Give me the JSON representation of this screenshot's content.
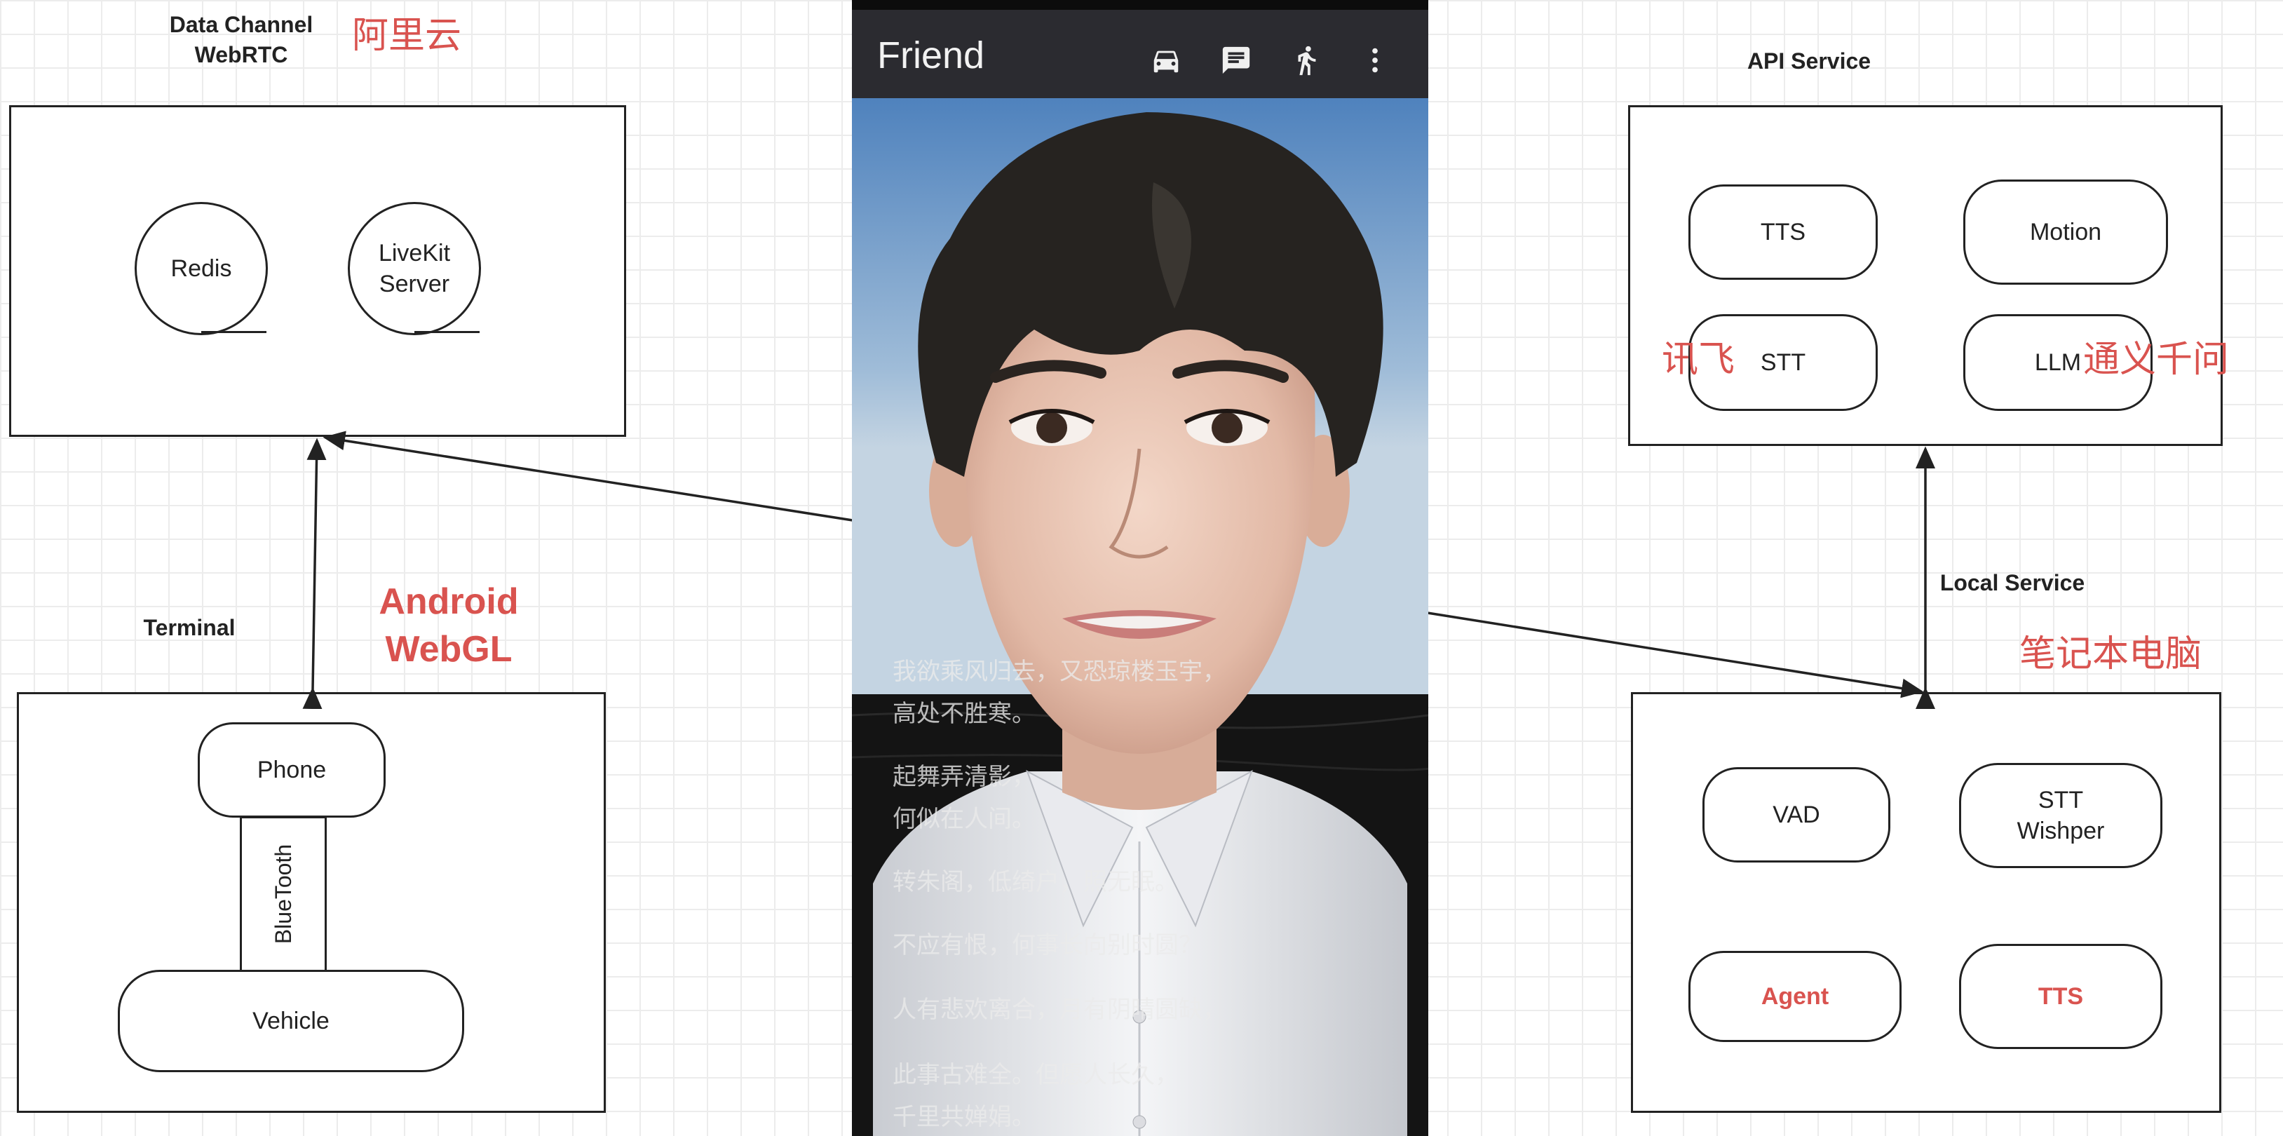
{
  "left": {
    "data_channel_label": "Data Channel\nWebRTC",
    "cloud_label": "阿里云",
    "redis": "Redis",
    "livekit": "LiveKit\nServer",
    "terminal_label": "Terminal",
    "android_label": "Android\nWebGL",
    "phone": "Phone",
    "bluetooth": "BlueTooth",
    "vehicle": "Vehicle"
  },
  "app": {
    "title": "Friend",
    "icons": [
      "car-icon",
      "chat-icon",
      "walk-icon",
      "more-vert-icon"
    ],
    "poem": [
      "我欲乘风归去，又恐琼楼玉宇，",
      "高处不胜寒。",
      "起舞弄清影，",
      "何似在人间。",
      "转朱阁，低绮户，照无眠。",
      "不应有恨，何事长向别时圆？",
      "人有悲欢离合，月有阴晴圆缺，",
      "此事古难全。但愿人长久，",
      "千里共婵娟。"
    ]
  },
  "right": {
    "api_label": "API Service",
    "tts": "TTS",
    "motion": "Motion",
    "stt": "STT",
    "llm": "LLM",
    "xunfei": "讯飞",
    "tongyi": "通义千问",
    "local_label": "Local Service",
    "laptop_label": "笔记本电脑",
    "vad": "VAD",
    "stt_whisper": "STT\nWishper",
    "agent": "Agent",
    "tts_local": "TTS"
  },
  "colors": {
    "accent_red": "#d9534f",
    "line": "#222222",
    "appbar": "#2b2b30"
  }
}
